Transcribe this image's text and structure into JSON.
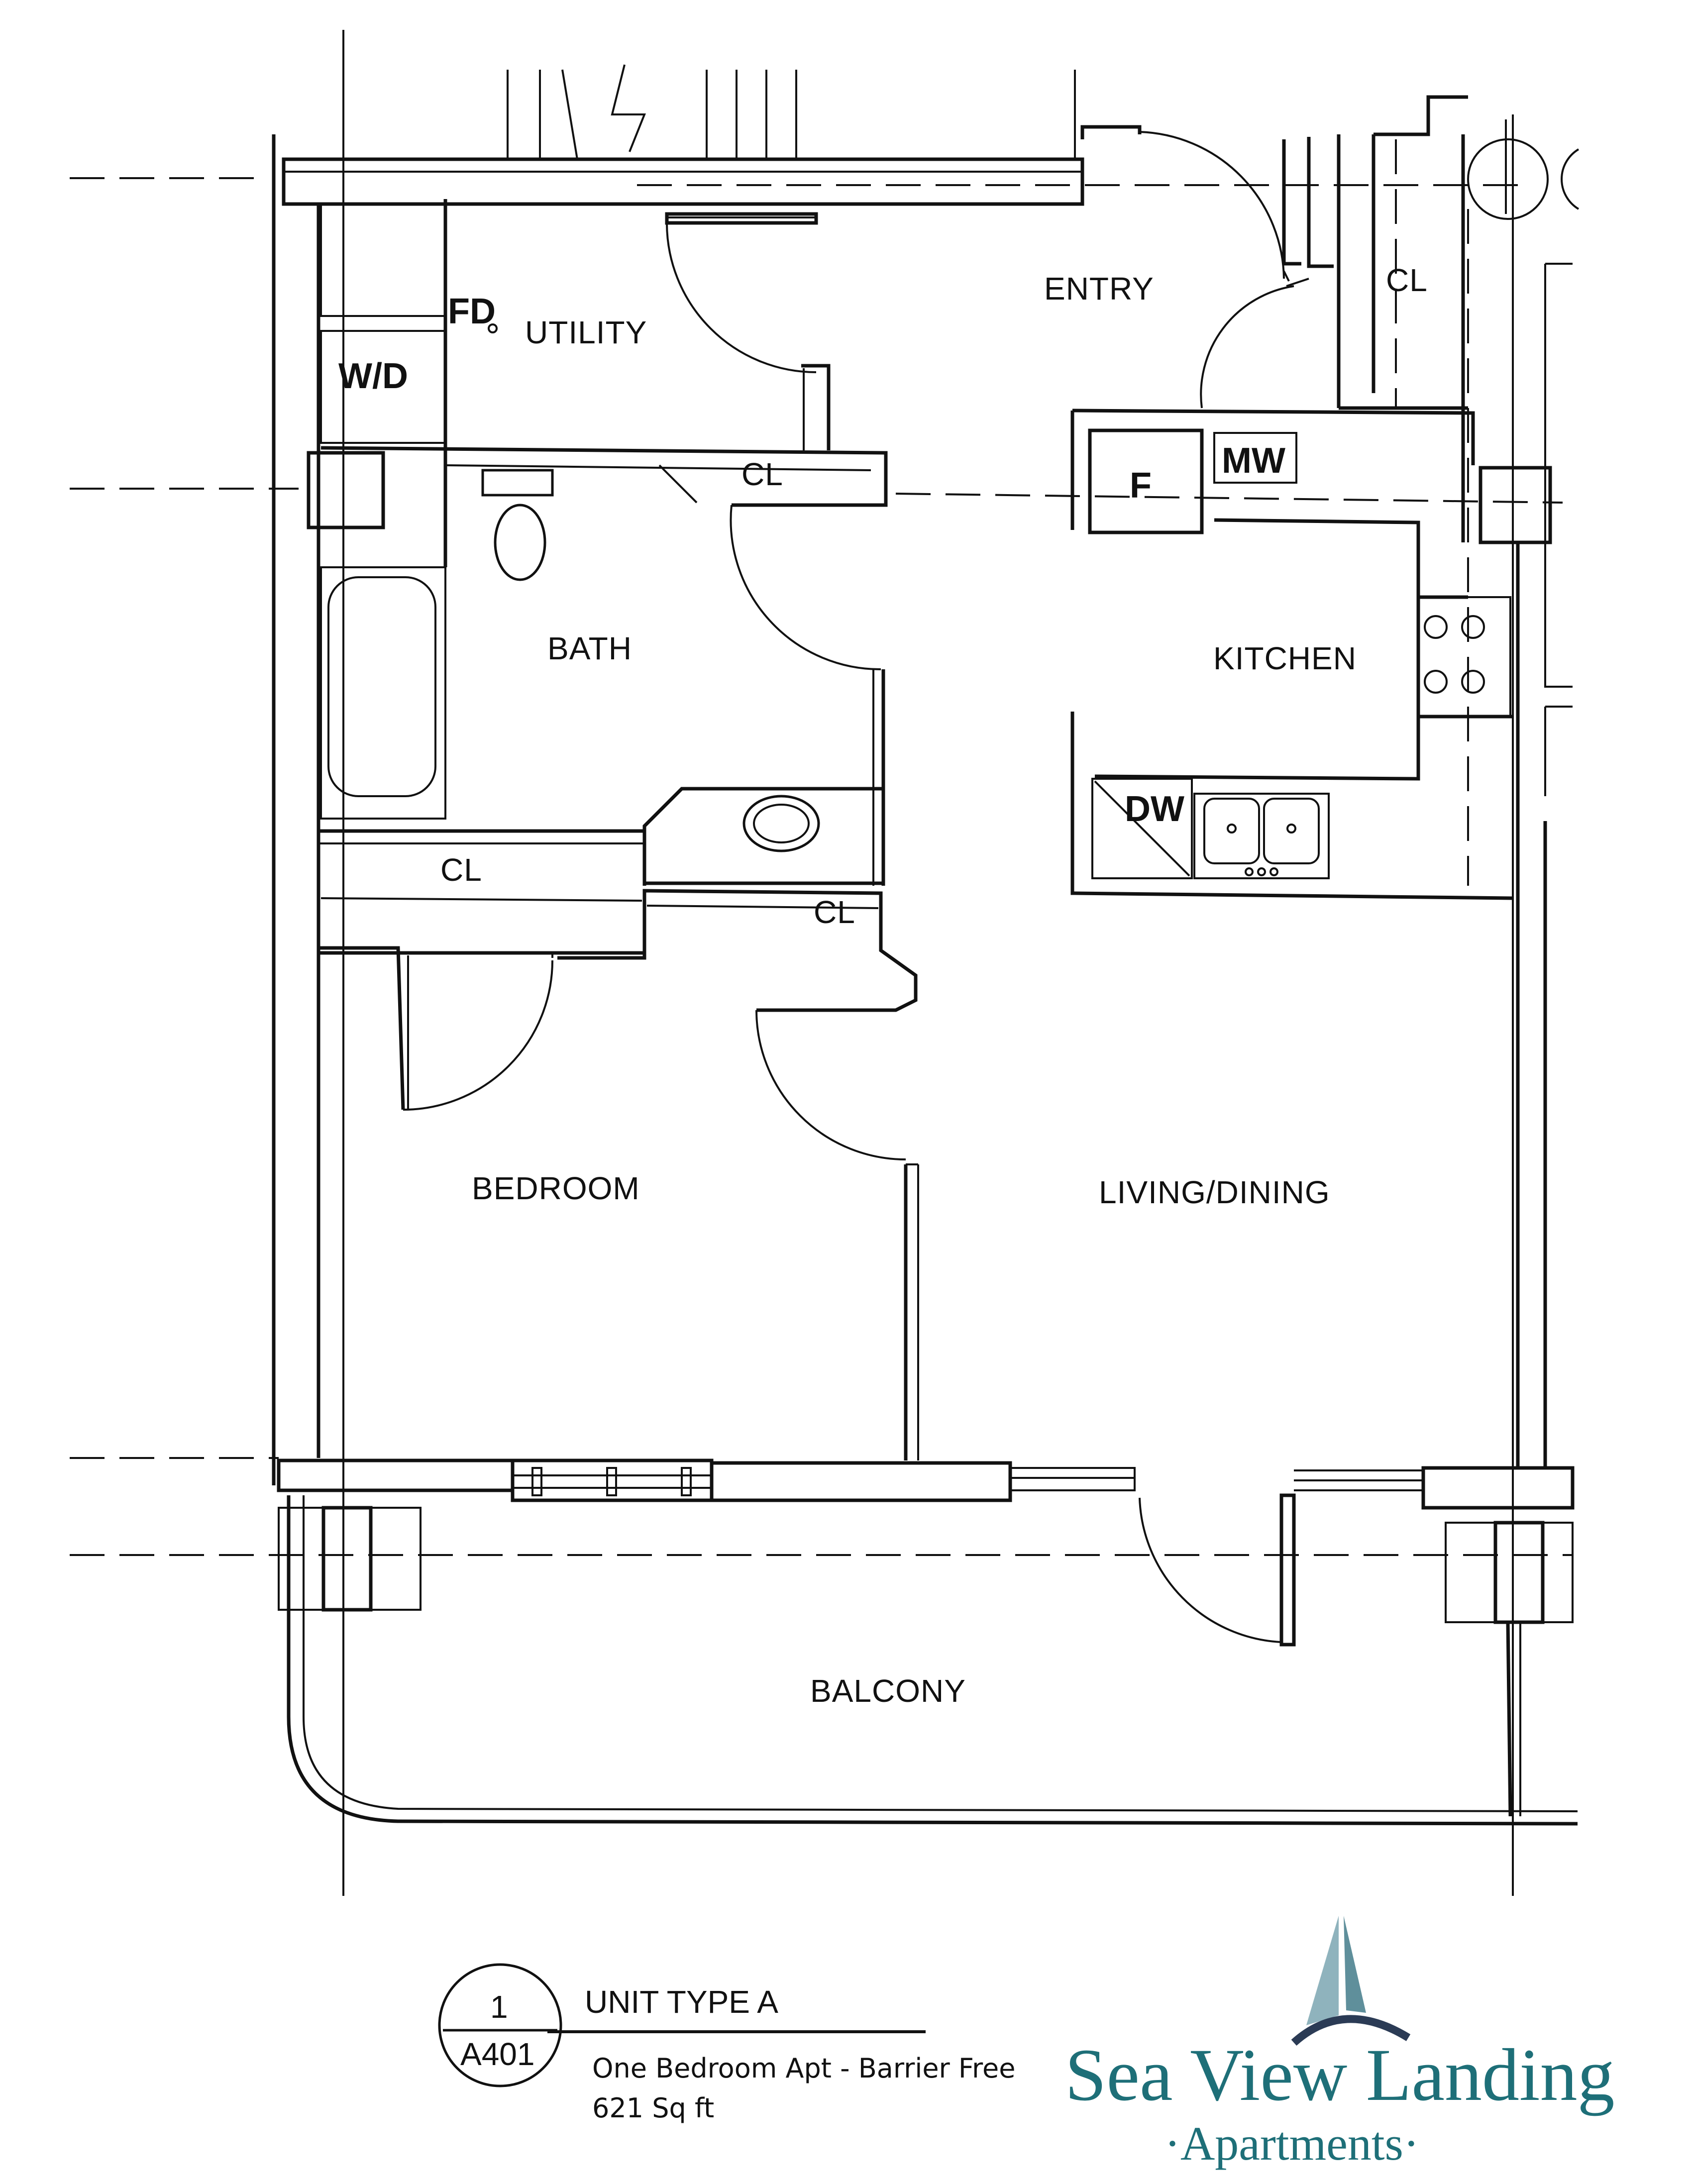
{
  "rooms": {
    "entry": "ENTRY",
    "utility": "UTILITY",
    "bath": "BATH",
    "kitchen": "KITCHEN",
    "bedroom": "BEDROOM",
    "living_dining": "LIVING/DINING",
    "balcony": "BALCONY",
    "closet": "CL"
  },
  "fixtures": {
    "floor_drain": "FD",
    "washer_dryer": "W/D",
    "fridge": "F",
    "microwave": "MW",
    "dishwasher": "DW"
  },
  "title_block": {
    "detail_number": "1",
    "sheet_number": "A401",
    "unit_title": "UNIT TYPE A",
    "description": "One Bedroom Apt - Barrier Free",
    "area": "621 Sq ft"
  },
  "logo": {
    "name": "Sea View Landing",
    "tagline": "·Apartments·",
    "color": "#1e6f78",
    "sail_color": "#8fb3bd",
    "arc_color": "#2b3b55"
  }
}
